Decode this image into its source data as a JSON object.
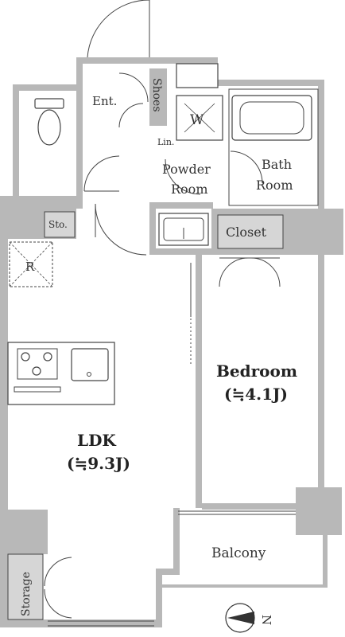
{
  "rooms": {
    "entrance": "Ent.",
    "shoes": "Shoes",
    "washer": "W",
    "linen": "Lin.",
    "powder_line1": "Powder",
    "powder_line2": "Room",
    "bath_line1": "Bath",
    "bath_line2": "Room",
    "storage_small": "Sto.",
    "closet": "Closet",
    "refrigerator": "R",
    "bedroom": "Bedroom",
    "bedroom_size": "(≒4.1J)",
    "ldk": "LDK",
    "ldk_size": "(≒9.3J)",
    "balcony": "Balcony",
    "storage": "Storage"
  },
  "compass": {
    "north_label": "N"
  },
  "colors": {
    "wall": "#b8b8b8",
    "line": "#444444",
    "text": "#333333"
  }
}
